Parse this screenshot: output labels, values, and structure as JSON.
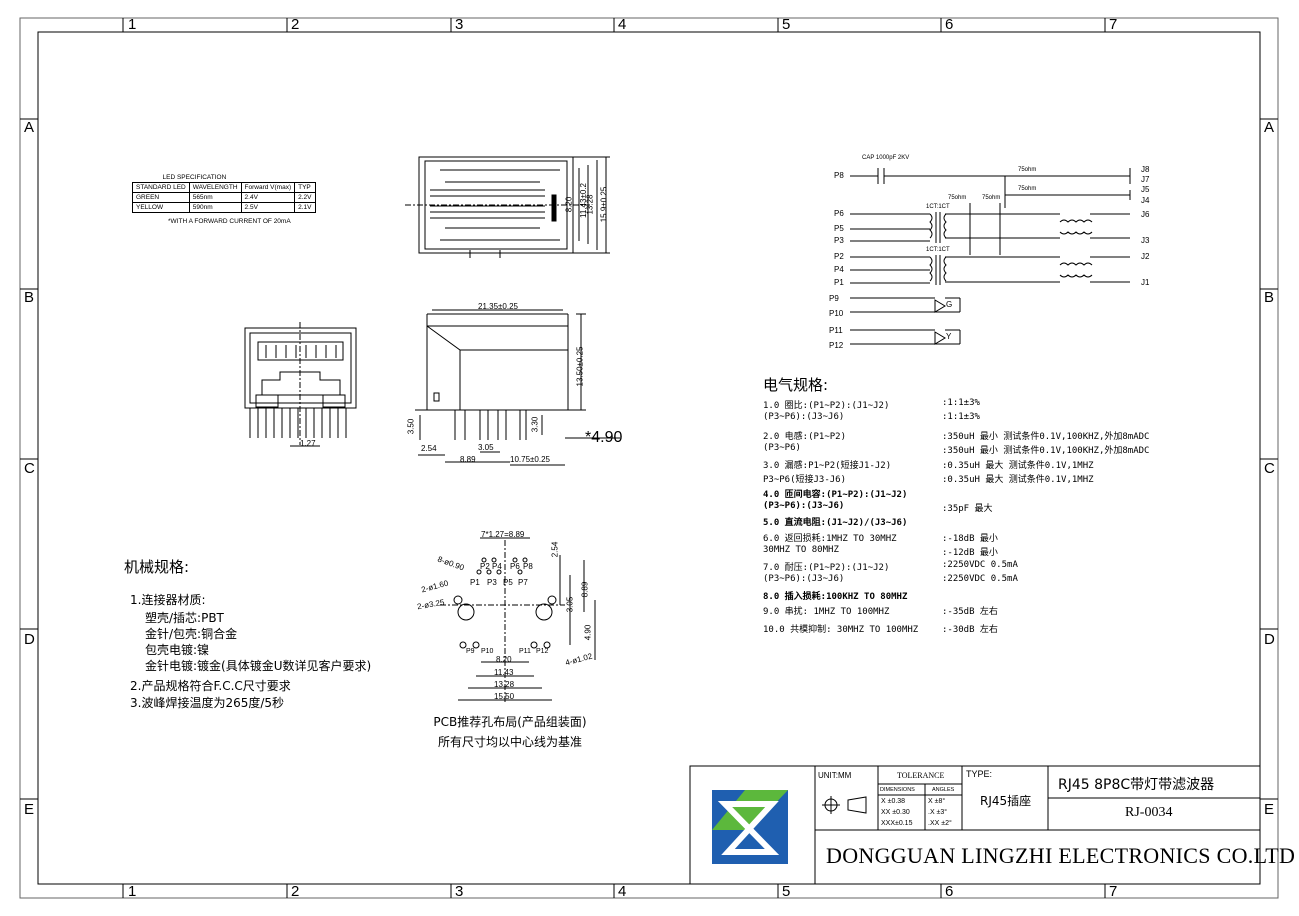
{
  "frame": {
    "columns": [
      "1",
      "2",
      "3",
      "4",
      "5",
      "6",
      "7"
    ],
    "rows": [
      "A",
      "B",
      "C",
      "D",
      "E"
    ]
  },
  "led_spec": {
    "title": "LED SPECIFICATION",
    "headers": [
      "STANDARD LED",
      "WAVELENGTH",
      "Forward V(max)",
      "TYP"
    ],
    "rows": [
      [
        "GREEN",
        "565nm",
        "2.4V",
        "2.2V"
      ],
      [
        "YELLOW",
        "590nm",
        "2.5V",
        "2.1V"
      ]
    ],
    "note": "*WITH A FORWARD CURRENT OF 20mA"
  },
  "dims": {
    "side_h1": "8.20",
    "side_h2": "11.43±0.2",
    "side_h3": "13.28",
    "side_h4": "15.9±0.25",
    "front_pitch": "1.27",
    "top_w": "21.35±0.25",
    "top_h": "13.50±0.25",
    "left_h": "3.50",
    "right_h": "3.30",
    "d1": "2.54",
    "d2": "8.89",
    "d3": "3.05",
    "d4": "10.75±0.25",
    "big": "*4.90",
    "pcb_top": "7*1.27=8.89",
    "pcb_254": "2.54",
    "pcb_889": "8.89",
    "pcb_305": "3.05",
    "pcb_490": "4.90",
    "pcb_820": "8.20",
    "pcb_1143": "11.43",
    "pcb_1328": "13.28",
    "pcb_1550": "15.50",
    "hole_a": "8-ø0.90",
    "hole_b": "2-ø1.60",
    "hole_c": "2-ø3.25",
    "hole_d": "4-ø1.02"
  },
  "pcb_pins": {
    "top": [
      "P2",
      "P4",
      "P6",
      "P8"
    ],
    "bottom": [
      "P1",
      "P3",
      "P5",
      "P7"
    ],
    "led_left": [
      "P9",
      "P10"
    ],
    "led_right": [
      "P11",
      "P12"
    ]
  },
  "pcb_caption": [
    "PCB推荐孔布局(产品组装面)",
    "所有尺寸均以中心线为基准"
  ],
  "schematic": {
    "cap": "CAP 1000pF 2KV",
    "r1": "75ohm",
    "r2": "75ohm",
    "r3": "75ohm",
    "r4": "75ohm",
    "t1": "1CT:1CT",
    "t2": "1CT:1CT",
    "left_pins": [
      "P8",
      "P6",
      "P5",
      "P3",
      "P2",
      "P4",
      "P1"
    ],
    "right_pins": [
      "J8",
      "J7",
      "J5",
      "J4",
      "J6",
      "J3",
      "J2",
      "J1"
    ],
    "led_pins": [
      "P9",
      "P10",
      "P11",
      "P12"
    ],
    "led_g": "G",
    "led_y": "Y"
  },
  "mech": {
    "title": "机械规格:",
    "lines": [
      "1.连接器材质:",
      "塑壳/插芯:PBT",
      "金针/包壳:铜合金",
      "包壳电镀:镍",
      "金针电镀:镀金(具体镀金U数详见客户要求)",
      "2.产品规格符合F.C.C尺寸要求",
      "3.波峰焊接温度为265度/5秒"
    ]
  },
  "elec": {
    "title": "电气规格:",
    "rows": [
      {
        "l": "1.0 圈比:(P1~P2):(J1~J2)",
        "r": ":1:1±3%",
        "b": false
      },
      {
        "l": "        (P3~P6):(J3~J6)",
        "r": ":1:1±3%",
        "b": false
      },
      {
        "l": "2.0 电感:(P1~P2)",
        "r": ":350uH 最小 测试条件0.1V,100KHZ,外加8mADC",
        "b": false
      },
      {
        "l": "        (P3~P6)",
        "r": ":350uH 最小 测试条件0.1V,100KHZ,外加8mADC",
        "b": false
      },
      {
        "l": "3.0 漏感:P1~P2(短接J1-J2)",
        "r": ":0.35uH 最大 测试条件0.1V,1MHZ",
        "b": false
      },
      {
        "l": "        P3~P6(短接J3-J6)",
        "r": ":0.35uH 最大 测试条件0.1V,1MHZ",
        "b": false
      },
      {
        "l": "4.0 匝间电容:(P1~P2):(J1~J2)",
        "r": "",
        "b": true
      },
      {
        "l": "            (P3~P6):(J3~J6)",
        "r": ":35pF 最大",
        "b": true
      },
      {
        "l": "5.0 直流电阻:(J1~J2)/(J3~J6)",
        "r": "",
        "b": true
      },
      {
        "l": "6.0 返回损耗:1MHZ TO 30MHZ",
        "r": ":-18dB 最小",
        "b": false
      },
      {
        "l": "            30MHZ TO 80MHZ",
        "r": ":-12dB 最小",
        "b": false
      },
      {
        "l": "7.0 耐压:(P1~P2):(J1~J2)",
        "r": ":2250VDC  0.5mA",
        "b": false
      },
      {
        "l": "        (P3~P6):(J3~J6)",
        "r": ":2250VDC  0.5mA",
        "b": false
      },
      {
        "l": "8.0 插入损耗:100KHZ TO 80MHZ",
        "r": "",
        "b": true
      },
      {
        "l": "9.0 串扰: 1MHZ TO 100MHZ",
        "r": ":-35dB 左右",
        "b": false
      },
      {
        "l": "10.0 共模抑制: 30MHZ TO 100MHZ",
        "r": ":-30dB 左右",
        "b": false
      }
    ]
  },
  "title_block": {
    "unit": "UNIT:MM",
    "tolerance": "TOLERANCE",
    "dimensions": "DIMENSIONS",
    "angles": "ANGLES",
    "tol_rows": [
      [
        "X  ±0.38",
        "X  ±8°"
      ],
      [
        "XX ±0.30",
        ".X  ±3°"
      ],
      [
        "XXX±0.15",
        ".XX ±2°"
      ]
    ],
    "type_label": "TYPE:",
    "type_value": "RJ45插座",
    "product": "RJ45 8P8C带灯带滤波器",
    "part_no": "RJ-0034",
    "company": "DONGGUAN LINGZHI ELECTRONICS CO.LTD"
  },
  "colors": {
    "logo_blue": "#1f5fb0",
    "logo_green": "#5cb83c",
    "line": "#000000"
  }
}
